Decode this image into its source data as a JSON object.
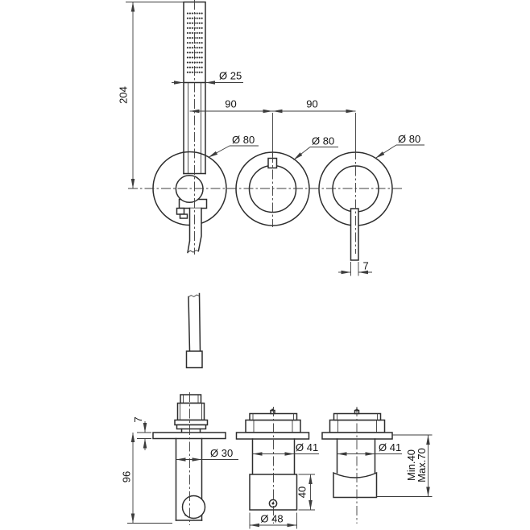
{
  "meta": {
    "title": "Wall-mounted shower mixer technical drawing",
    "background": "#ffffff",
    "line_color": "#2d2d2d",
    "dim_color": "#3c3c3c",
    "text_color": "#141414"
  },
  "dimensions": {
    "handshower_length": "204",
    "handshower_diameter": "Ø 25",
    "center_spacing_left": "90",
    "center_spacing_right": "90",
    "plate_diameter_left": "Ø 80",
    "plate_diameter_middle": "Ø 80",
    "plate_diameter_right": "Ø 80",
    "lever_width": "7",
    "plate_thickness": "7",
    "holder_length": "96",
    "holder_diameter": "Ø 30",
    "valve_body_diameter_middle": "Ø 41",
    "cap_height": "40",
    "cap_diameter": "Ø 48",
    "valve_body_diameter_right": "Ø 41",
    "install_depth_min": "Min.40",
    "install_depth_max": "Max.70"
  }
}
